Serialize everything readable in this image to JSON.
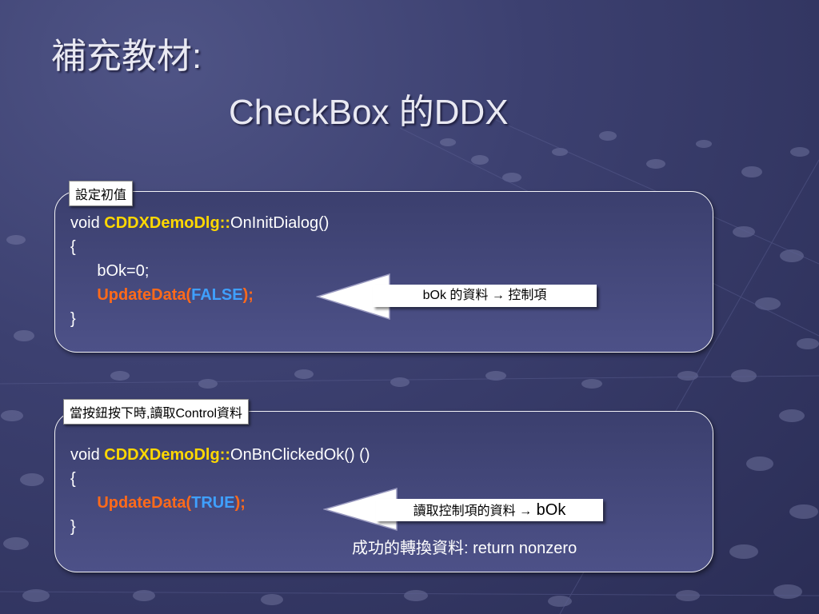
{
  "slide": {
    "title_line1": "補充教材:",
    "title_line2": "CheckBox 的DDX"
  },
  "panel1": {
    "tag": "設定初值",
    "line1": {
      "kw": "void ",
      "cls": "CDDXDemoDlg::",
      "method": "OnInitDialog()"
    },
    "line2": "{",
    "line3": "      bOk=0;",
    "line4": {
      "indent": "      ",
      "call": "UpdateData(",
      "arg": "FALSE",
      "end": ");"
    },
    "line5": "}",
    "note": {
      "text": "bOk 的資料 ",
      "arrow": "→",
      "text2": " 控制項"
    }
  },
  "panel2": {
    "tag": "當按鈕按下時,讀取Control資料",
    "line1": {
      "kw": "void ",
      "cls": "CDDXDemoDlg::",
      "method": "OnBnClickedOk() ()"
    },
    "line2": "{",
    "line3": {
      "indent": "      ",
      "call": "UpdateData(",
      "arg": "TRUE",
      "end": ");"
    },
    "line4": "}",
    "note": {
      "text": "讀取控制項的資料 ",
      "arrow": "→",
      "text2": " bOk"
    },
    "return_note": "成功的轉換資料: return nonzero"
  }
}
